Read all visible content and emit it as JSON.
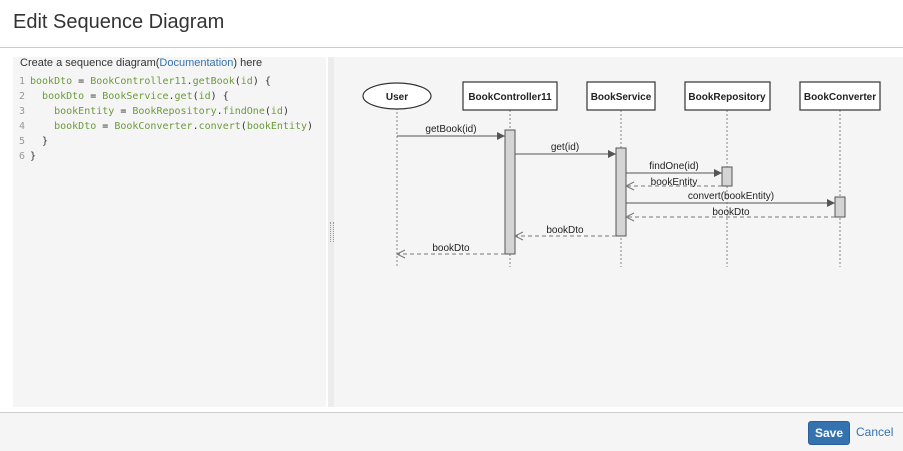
{
  "dialog": {
    "title": "Edit Sequence Diagram"
  },
  "editor": {
    "hint_prefix": "Create a sequence diagram(",
    "hint_link": "Documentation",
    "hint_suffix": ") here",
    "lines": [
      {
        "num": "1",
        "indent": "",
        "tokens": [
          "bookDto",
          " = ",
          "BookController11",
          ".",
          "getBook",
          "(",
          "id",
          ") {"
        ]
      },
      {
        "num": "2",
        "indent": "  ",
        "tokens": [
          "bookDto",
          " = ",
          "BookService",
          ".",
          "get",
          "(",
          "id",
          ") {"
        ]
      },
      {
        "num": "3",
        "indent": "    ",
        "tokens": [
          "bookEntity",
          " = ",
          "BookRepository",
          ".",
          "findOne",
          "(",
          "id",
          ")"
        ]
      },
      {
        "num": "4",
        "indent": "    ",
        "tokens": [
          "bookDto",
          " = ",
          "BookConverter",
          ".",
          "convert",
          "(",
          "bookEntity",
          ")"
        ]
      },
      {
        "num": "5",
        "indent": "  ",
        "tokens": [
          "}"
        ]
      },
      {
        "num": "6",
        "indent": "",
        "tokens": [
          "}"
        ]
      }
    ]
  },
  "diagram": {
    "actor": "User",
    "participants": [
      "BookController11",
      "BookService",
      "BookRepository",
      "BookConverter"
    ],
    "messages": [
      "getBook(id)",
      "get(id)",
      "findOne(id)",
      "bookEntity",
      "convert(bookEntity)",
      "bookDto",
      "bookDto",
      "bookDto"
    ]
  },
  "footer": {
    "save_label": "Save",
    "cancel_label": "Cancel"
  }
}
